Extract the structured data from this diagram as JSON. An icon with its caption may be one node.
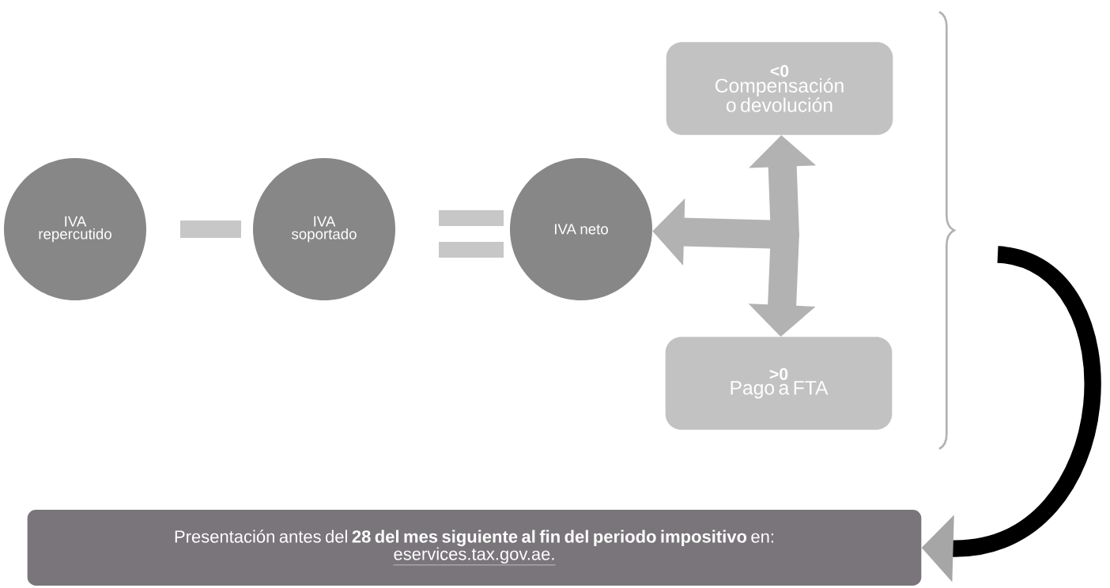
{
  "diagram": {
    "nodes": [
      {
        "text": [
          "IVA repercutido"
        ]
      },
      {
        "text": [
          "IVA soportado"
        ]
      },
      {
        "text": [
          "IVA neto"
        ]
      },
      {
        "text": [
          "<0",
          "Compensación o devolución"
        ]
      },
      {
        "text": [
          ">0",
          "Pago a FTA"
        ]
      },
      {
        "text": [
          "Presentación antes del **28 del mes siguiente al fin del periodo impositivo** en:",
          "eservices.tax.gov.ae."
        ]
      }
    ],
    "edges": [
      {
        "from": null,
        "to": 2,
        "arrow": "to"
      },
      {
        "from": null,
        "to": 3,
        "arrow": "to"
      },
      {
        "from": null,
        "to": 4,
        "arrow": "to"
      },
      {
        "from": null,
        "to": 5,
        "arrow": "to",
        "color": "#000000"
      }
    ]
  }
}
